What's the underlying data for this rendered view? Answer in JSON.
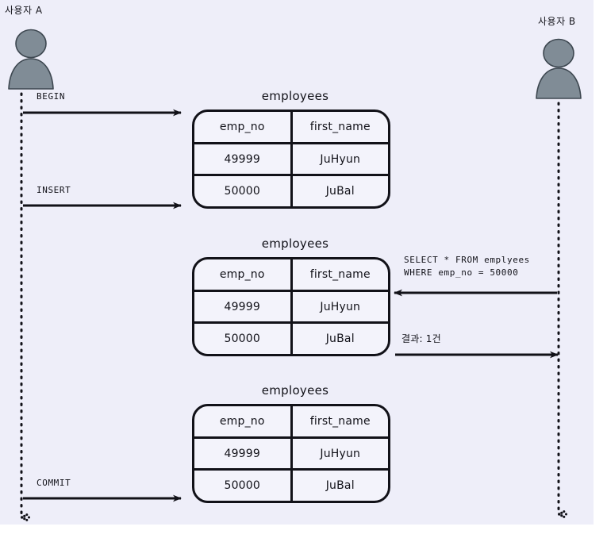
{
  "diagram": {
    "title": "MySQL transaction isolation sequence diagram",
    "background_color": "#eeeef9",
    "stroke_color": "#111118",
    "actor_fill_color": "#808c96",
    "table_fill_color": "#f3f3fb"
  },
  "actors": [
    {
      "id": "a",
      "label": "사용자 A",
      "icon": "person-icon",
      "side": "left"
    },
    {
      "id": "b",
      "label": "사용자 B",
      "icon": "person-icon",
      "side": "right"
    }
  ],
  "tables": [
    {
      "title": "employees",
      "columns": [
        "emp_no",
        "first_name"
      ],
      "rows": [
        [
          "49999",
          "JuHyun"
        ],
        [
          "50000",
          "JuBal"
        ]
      ]
    },
    {
      "title": "employees",
      "columns": [
        "emp_no",
        "first_name"
      ],
      "rows": [
        [
          "49999",
          "JuHyun"
        ],
        [
          "50000",
          "JuBal"
        ]
      ]
    },
    {
      "title": "employees",
      "columns": [
        "emp_no",
        "first_name"
      ],
      "rows": [
        [
          "49999",
          "JuHyun"
        ],
        [
          "50000",
          "JuBal"
        ]
      ]
    }
  ],
  "messages": [
    {
      "id": "begin",
      "text": "BEGIN",
      "from": "사용자 A",
      "direction": "right"
    },
    {
      "id": "insert",
      "text": "INSERT",
      "from": "사용자 A",
      "direction": "right"
    },
    {
      "id": "select_line1",
      "text": "SELECT * FROM emplyees",
      "from": "사용자 B",
      "direction": "left"
    },
    {
      "id": "select_line2",
      "text": "WHERE emp_no = 50000",
      "from": "사용자 B",
      "direction": "left"
    },
    {
      "id": "result",
      "text": "결과: 1건",
      "from": "table",
      "direction": "right"
    },
    {
      "id": "commit",
      "text": "COMMIT",
      "from": "사용자 A",
      "direction": "right"
    }
  ]
}
